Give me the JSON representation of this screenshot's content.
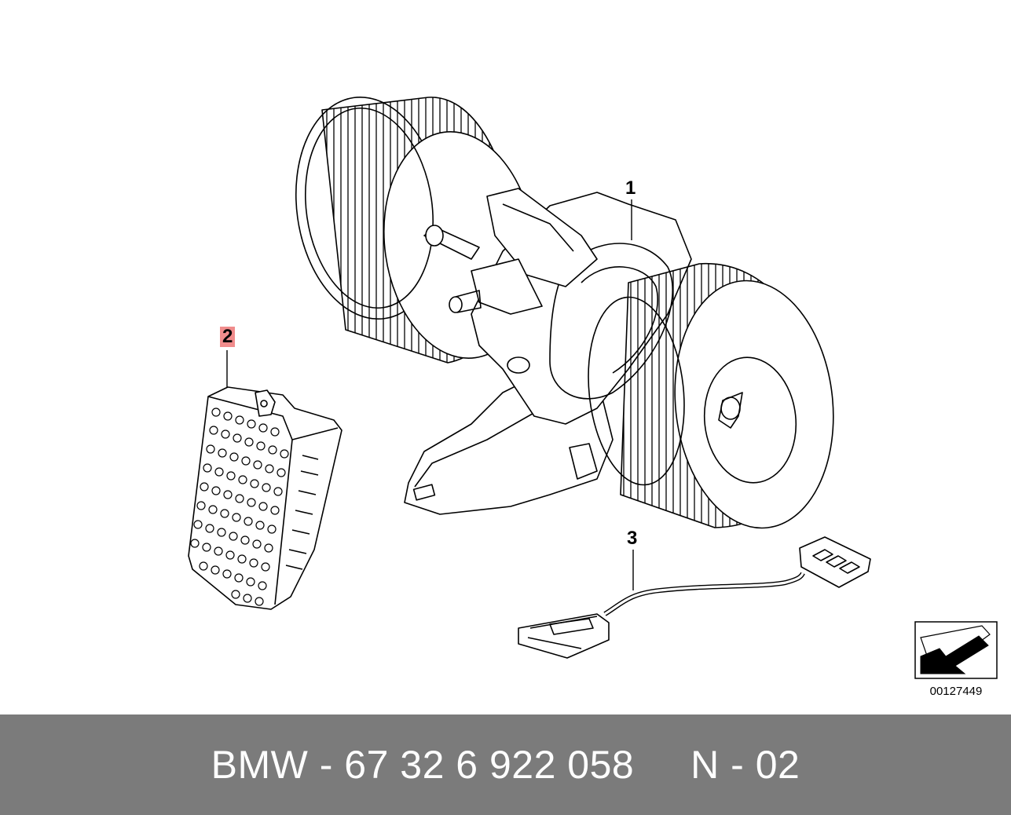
{
  "callouts": {
    "one": "1",
    "two": "2",
    "three": "3"
  },
  "reference_number": "00127449",
  "footer": {
    "text": "BMW - 67 32 6 922 058     N - 02"
  },
  "parts": [
    "blower-motor",
    "resistor",
    "wiring-harness"
  ],
  "colors": {
    "footer_bg": "#7b7b7b",
    "highlight": "#f08c8c"
  }
}
